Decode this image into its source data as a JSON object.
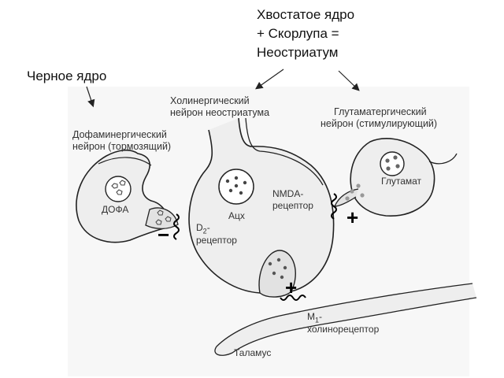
{
  "labels": {
    "caudate_line1": "Хвостатое ядро",
    "caudate_line2": "+ Скорлупа =",
    "caudate_line3": "Неостриатум",
    "substantia_nigra": "Черное ядро",
    "cholinergic_line1": "Холинергический",
    "cholinergic_line2": "нейрон неостриатума",
    "glutamatergic_line1": "Глутаматергический",
    "glutamatergic_line2": "нейрон (стимулирующий)",
    "dopaminergic_line1": "Дофаминергический",
    "dopaminergic_line2": "нейрон (тормозящий)",
    "dopa": "ДОФА",
    "glutamate": "Глутамат",
    "ach": "Ацх",
    "nmda_line1": "NMDA-",
    "nmda_line2": "рецептор",
    "d2_prefix": "D",
    "d2_sub": "2",
    "d2_suffix": "-",
    "d2_line2": "рецептор",
    "m1_prefix": "M",
    "m1_sub": "1",
    "m1_suffix": "-",
    "m1_line2": "холинорецептор",
    "thalamus": "Таламус"
  },
  "signs": {
    "inhibitory": "−",
    "excitatory_glutamate": "+",
    "excitatory_thalamus": "+"
  },
  "colors": {
    "neuron_fill": "#eeeeee",
    "outline": "#222222",
    "panel": "#f7f7f7"
  }
}
